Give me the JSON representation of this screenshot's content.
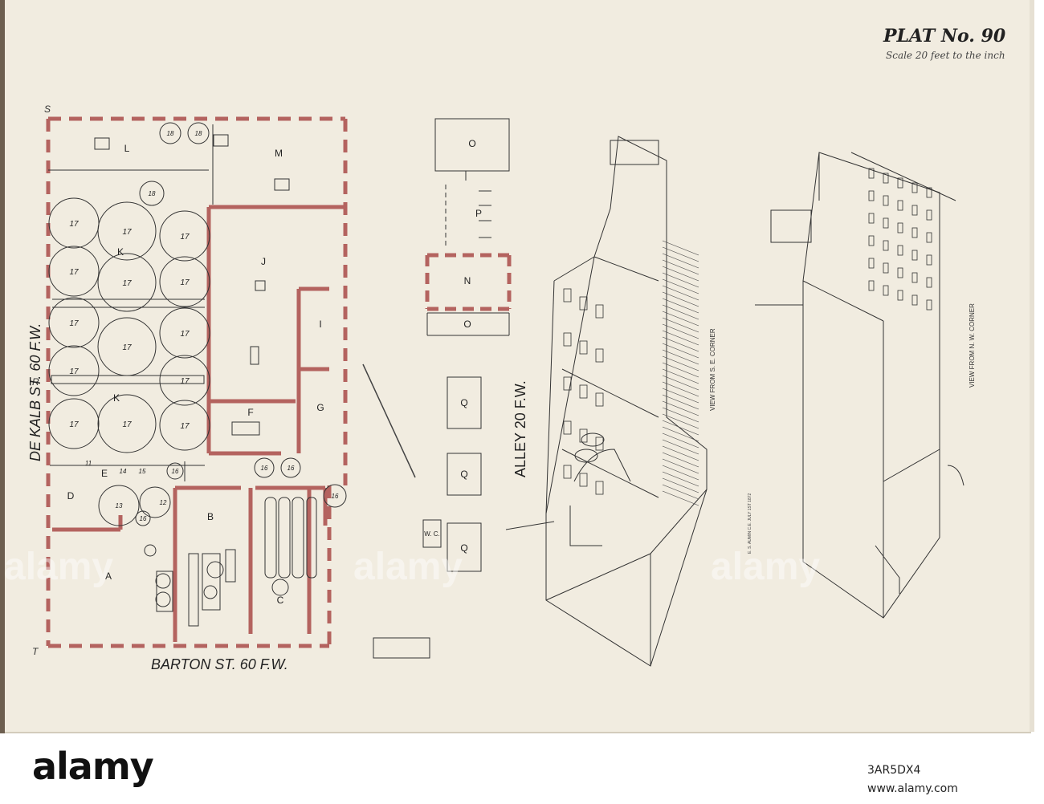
{
  "title": "PLAT No. 90",
  "scale": "Scale 20 feet to the inch",
  "streets": {
    "west": "DE KALB ST. 60 F.W.",
    "south": "BARTON ST. 60 F.W.",
    "alley": "ALLEY 20 F.W."
  },
  "corner_marks": [
    "S",
    "R",
    "T"
  ],
  "rooms": [
    "L",
    "M",
    "K",
    "K",
    "J",
    "I",
    "G",
    "F",
    "D",
    "E",
    "B",
    "A",
    "C"
  ],
  "alley_lots": [
    "O",
    "P",
    "N",
    "O",
    "Q",
    "Q",
    "Q",
    "W. C."
  ],
  "vat_labels": [
    "17",
    "17",
    "17",
    "17",
    "17",
    "17",
    "17",
    "17",
    "17",
    "17",
    "17",
    "17",
    "17",
    "17"
  ],
  "tank_labels": [
    "18",
    "18",
    "18",
    "16",
    "16",
    "16",
    "16",
    "16",
    "13",
    "12",
    "14",
    "15",
    "11"
  ],
  "views": {
    "se": "VIEW FROM S. E. CORNER",
    "nw": "VIEW FROM N. W. CORNER",
    "credit": "E. S. AUMIN C.E. JULY 1ST 1872"
  },
  "watermark": "alamy",
  "stock_id": "3AR5DX4",
  "stock_url": "www.alamy.com",
  "colors": {
    "paper": "#f1ece0",
    "wall": "#b4635f",
    "ink": "#2a2a2a"
  }
}
